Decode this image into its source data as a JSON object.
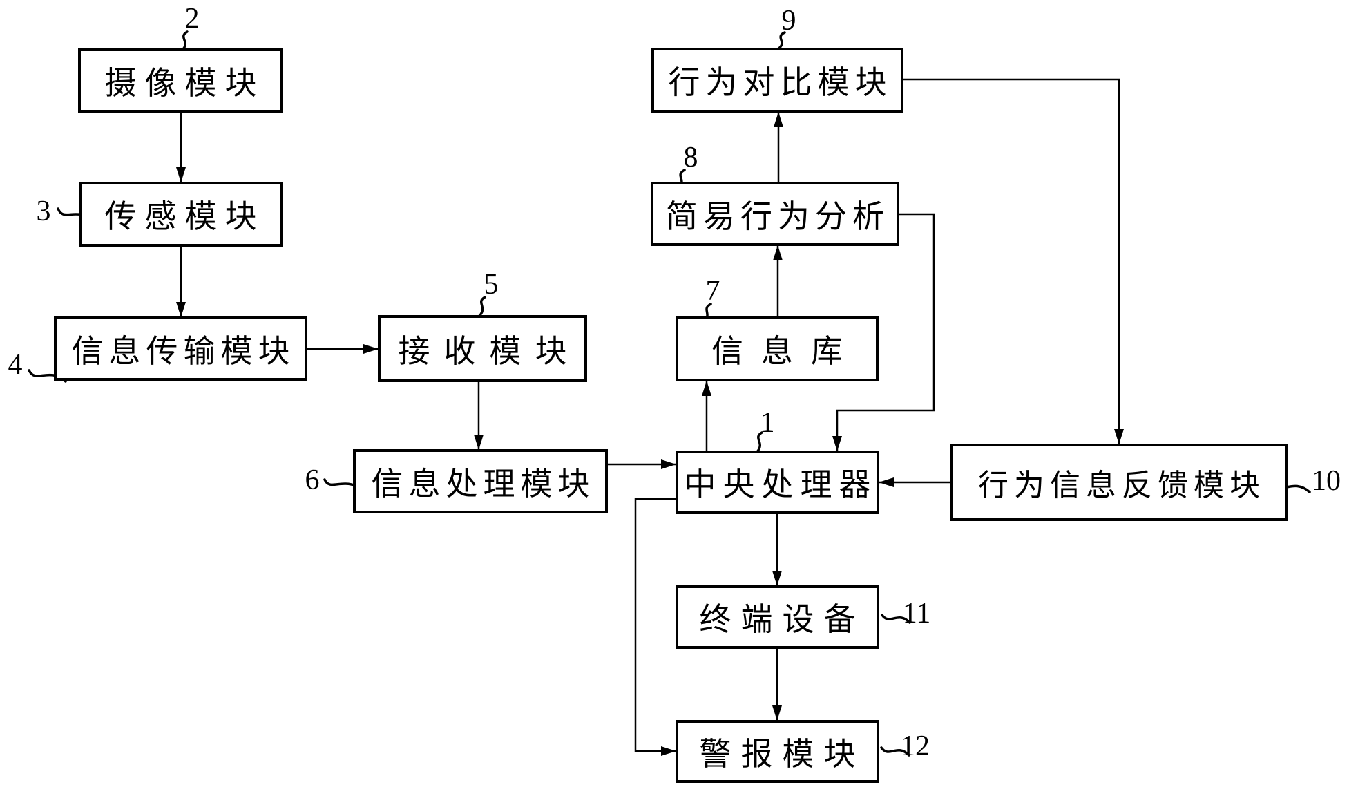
{
  "figure": {
    "type": "block-diagram",
    "background": "#ffffff",
    "ink": "#000000",
    "nodes": [
      {
        "ref": "1",
        "label": "中央处理器"
      },
      {
        "ref": "2",
        "label": "摄像模块"
      },
      {
        "ref": "3",
        "label": "传感模块"
      },
      {
        "ref": "4",
        "label": "信息传输模块"
      },
      {
        "ref": "5",
        "label": "接收模块"
      },
      {
        "ref": "6",
        "label": "信息处理模块"
      },
      {
        "ref": "7",
        "label": "信息库"
      },
      {
        "ref": "8",
        "label": "简易行为分析"
      },
      {
        "ref": "9",
        "label": "行为对比模块"
      },
      {
        "ref": "10",
        "label": "行为信息反馈模块"
      },
      {
        "ref": "11",
        "label": "终端设备"
      },
      {
        "ref": "12",
        "label": "警报模块"
      }
    ],
    "edges": [
      {
        "from": "2",
        "to": "3"
      },
      {
        "from": "3",
        "to": "4"
      },
      {
        "from": "4",
        "to": "5"
      },
      {
        "from": "5",
        "to": "6"
      },
      {
        "from": "6",
        "to": "1"
      },
      {
        "from": "1",
        "to": "7"
      },
      {
        "from": "7",
        "to": "8"
      },
      {
        "from": "8",
        "to": "9"
      },
      {
        "from": "9",
        "to": "10"
      },
      {
        "from": "8",
        "to": "1"
      },
      {
        "from": "10",
        "to": "1"
      },
      {
        "from": "1",
        "to": "11"
      },
      {
        "from": "11",
        "to": "12"
      },
      {
        "from": "1",
        "to": "12"
      }
    ]
  }
}
